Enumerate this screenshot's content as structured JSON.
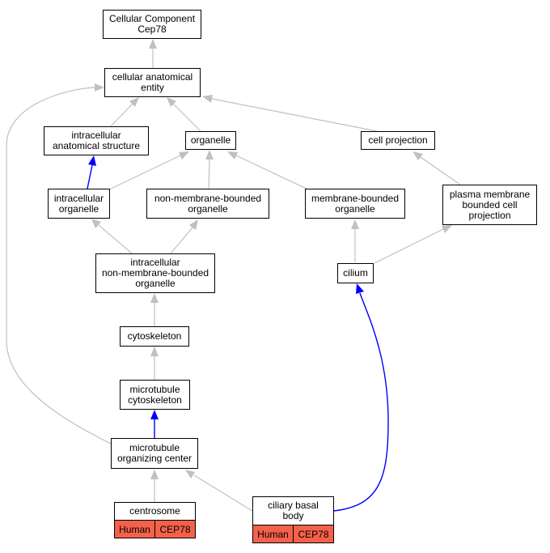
{
  "colors": {
    "edge_default": "#c0c0c0",
    "edge_highlight": "#0000ff",
    "species_fill": "#f4614a"
  },
  "nodes": {
    "root": "Cellular Component\nCep78",
    "cae": "cellular anatomical\nentity",
    "ias": "intracellular\nanatomical structure",
    "organelle": "organelle",
    "cellproj": "cell projection",
    "intorg": "intracellular\norganelle",
    "nmbo": "non-membrane-bounded\norganelle",
    "mbo": "membrane-bounded\norganelle",
    "pmbcp": "plasma membrane\nbounded cell\nprojection",
    "inmbo": "intracellular\nnon-membrane-bounded\norganelle",
    "cilium": "cilium",
    "cytoskeleton": "cytoskeleton",
    "mtcyto": "microtubule\ncytoskeleton",
    "mtoc": "microtubule\norganizing center",
    "centrosome": "centrosome",
    "basalbody": "ciliary basal\nbody"
  },
  "gene_tags": {
    "centrosome": [
      "Human",
      "CEP78"
    ],
    "basalbody": [
      "Human",
      "CEP78"
    ]
  }
}
